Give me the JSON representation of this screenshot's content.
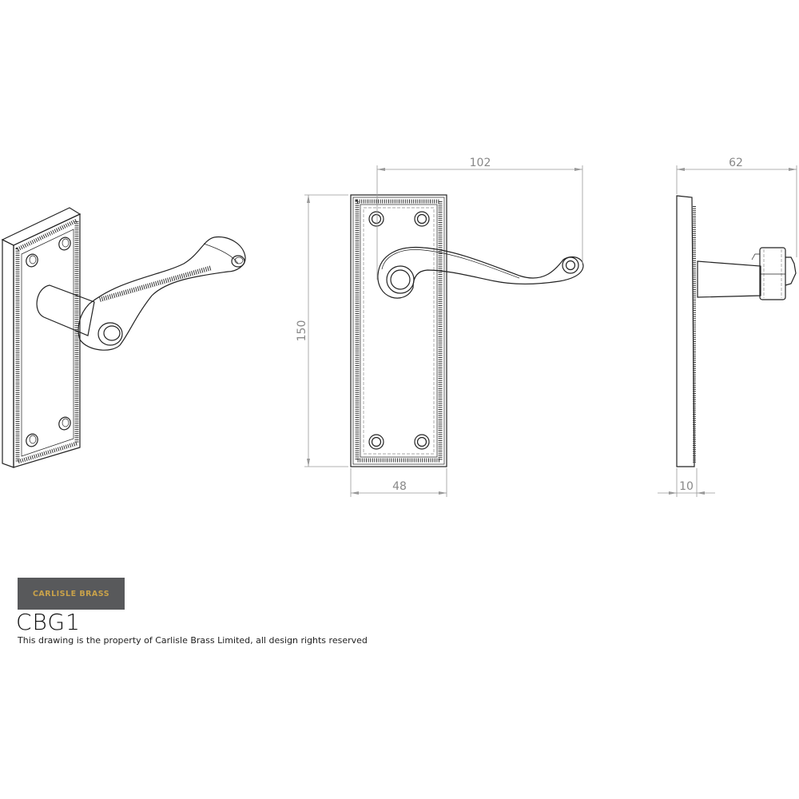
{
  "drawing": {
    "code": "CBG1",
    "brand_logo": "CARLISLE BRASS",
    "notice": "This drawing is the property of Carlisle Brass Limited, all design rights reserved",
    "colors": {
      "logo_bg": "#58595b",
      "logo_text": "#c9a24a",
      "dimension": "#999999",
      "line": "#222222"
    }
  },
  "dimensions": {
    "lever_projection_width": "102",
    "plate_height": "150",
    "plate_width": "48",
    "side_depth": "62",
    "plate_thickness": "10"
  }
}
